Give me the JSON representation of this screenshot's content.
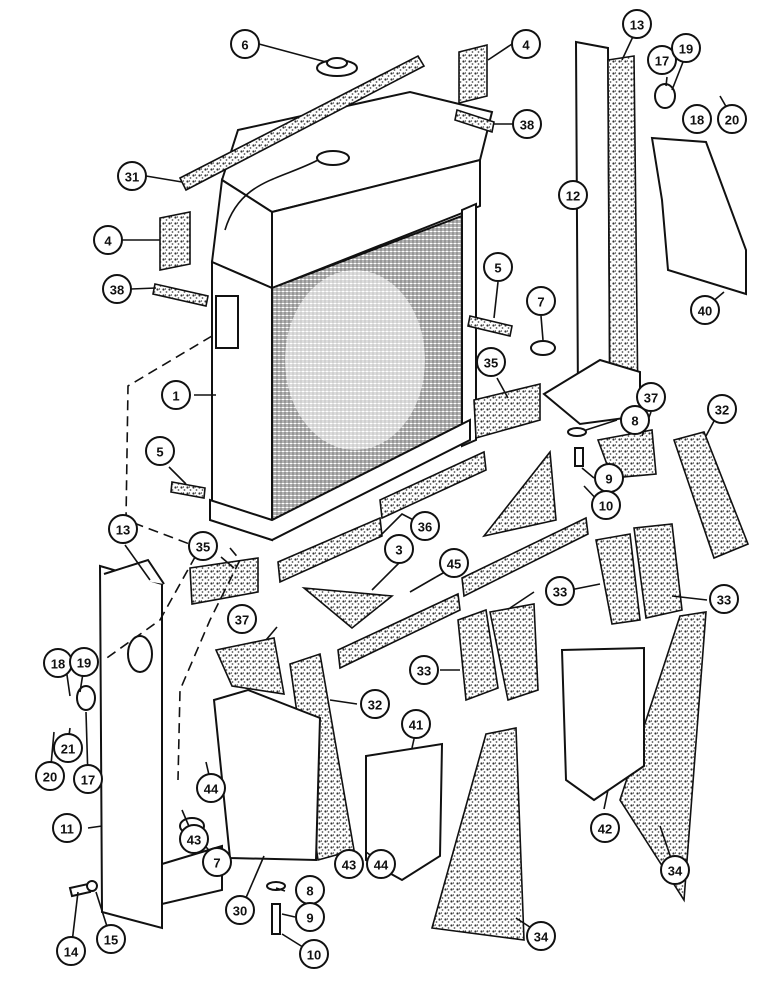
{
  "diagram": {
    "callouts": [
      {
        "id": "c6",
        "number": "6"
      },
      {
        "id": "c4a",
        "number": "4"
      },
      {
        "id": "c38a",
        "number": "38"
      },
      {
        "id": "c31",
        "number": "31"
      },
      {
        "id": "c4b",
        "number": "4"
      },
      {
        "id": "c38b",
        "number": "38"
      },
      {
        "id": "c13a",
        "number": "13"
      },
      {
        "id": "c17a",
        "number": "17"
      },
      {
        "id": "c19a",
        "number": "19"
      },
      {
        "id": "c18a",
        "number": "18"
      },
      {
        "id": "c20a",
        "number": "20"
      },
      {
        "id": "c12",
        "number": "12"
      },
      {
        "id": "c40",
        "number": "40"
      },
      {
        "id": "c5a",
        "number": "5"
      },
      {
        "id": "c7a",
        "number": "7"
      },
      {
        "id": "c1",
        "number": "1"
      },
      {
        "id": "c35a",
        "number": "35"
      },
      {
        "id": "c8a",
        "number": "8"
      },
      {
        "id": "c37a",
        "number": "37"
      },
      {
        "id": "c32a",
        "number": "32"
      },
      {
        "id": "c5b",
        "number": "5"
      },
      {
        "id": "c9a",
        "number": "9"
      },
      {
        "id": "c10a",
        "number": "10"
      },
      {
        "id": "c36",
        "number": "36"
      },
      {
        "id": "c13b",
        "number": "13"
      },
      {
        "id": "c35b",
        "number": "35"
      },
      {
        "id": "c3",
        "number": "3"
      },
      {
        "id": "c45",
        "number": "45"
      },
      {
        "id": "c33a",
        "number": "33"
      },
      {
        "id": "c33b",
        "number": "33"
      },
      {
        "id": "c37b",
        "number": "37"
      },
      {
        "id": "c33c",
        "number": "33"
      },
      {
        "id": "c18b",
        "number": "18"
      },
      {
        "id": "c19b",
        "number": "19"
      },
      {
        "id": "c32b",
        "number": "32"
      },
      {
        "id": "c21",
        "number": "21"
      },
      {
        "id": "c20b",
        "number": "20"
      },
      {
        "id": "c17b",
        "number": "17"
      },
      {
        "id": "c41",
        "number": "41"
      },
      {
        "id": "c44a",
        "number": "44"
      },
      {
        "id": "c11",
        "number": "11"
      },
      {
        "id": "c43a",
        "number": "43"
      },
      {
        "id": "c7b",
        "number": "7"
      },
      {
        "id": "c42",
        "number": "42"
      },
      {
        "id": "c30",
        "number": "30"
      },
      {
        "id": "c43b",
        "number": "43"
      },
      {
        "id": "c44b",
        "number": "44"
      },
      {
        "id": "c8b",
        "number": "8"
      },
      {
        "id": "c9b",
        "number": "9"
      },
      {
        "id": "c34a",
        "number": "34"
      },
      {
        "id": "c34b",
        "number": "34"
      },
      {
        "id": "c14",
        "number": "14"
      },
      {
        "id": "c15",
        "number": "15"
      },
      {
        "id": "c10b",
        "number": "10"
      }
    ]
  }
}
